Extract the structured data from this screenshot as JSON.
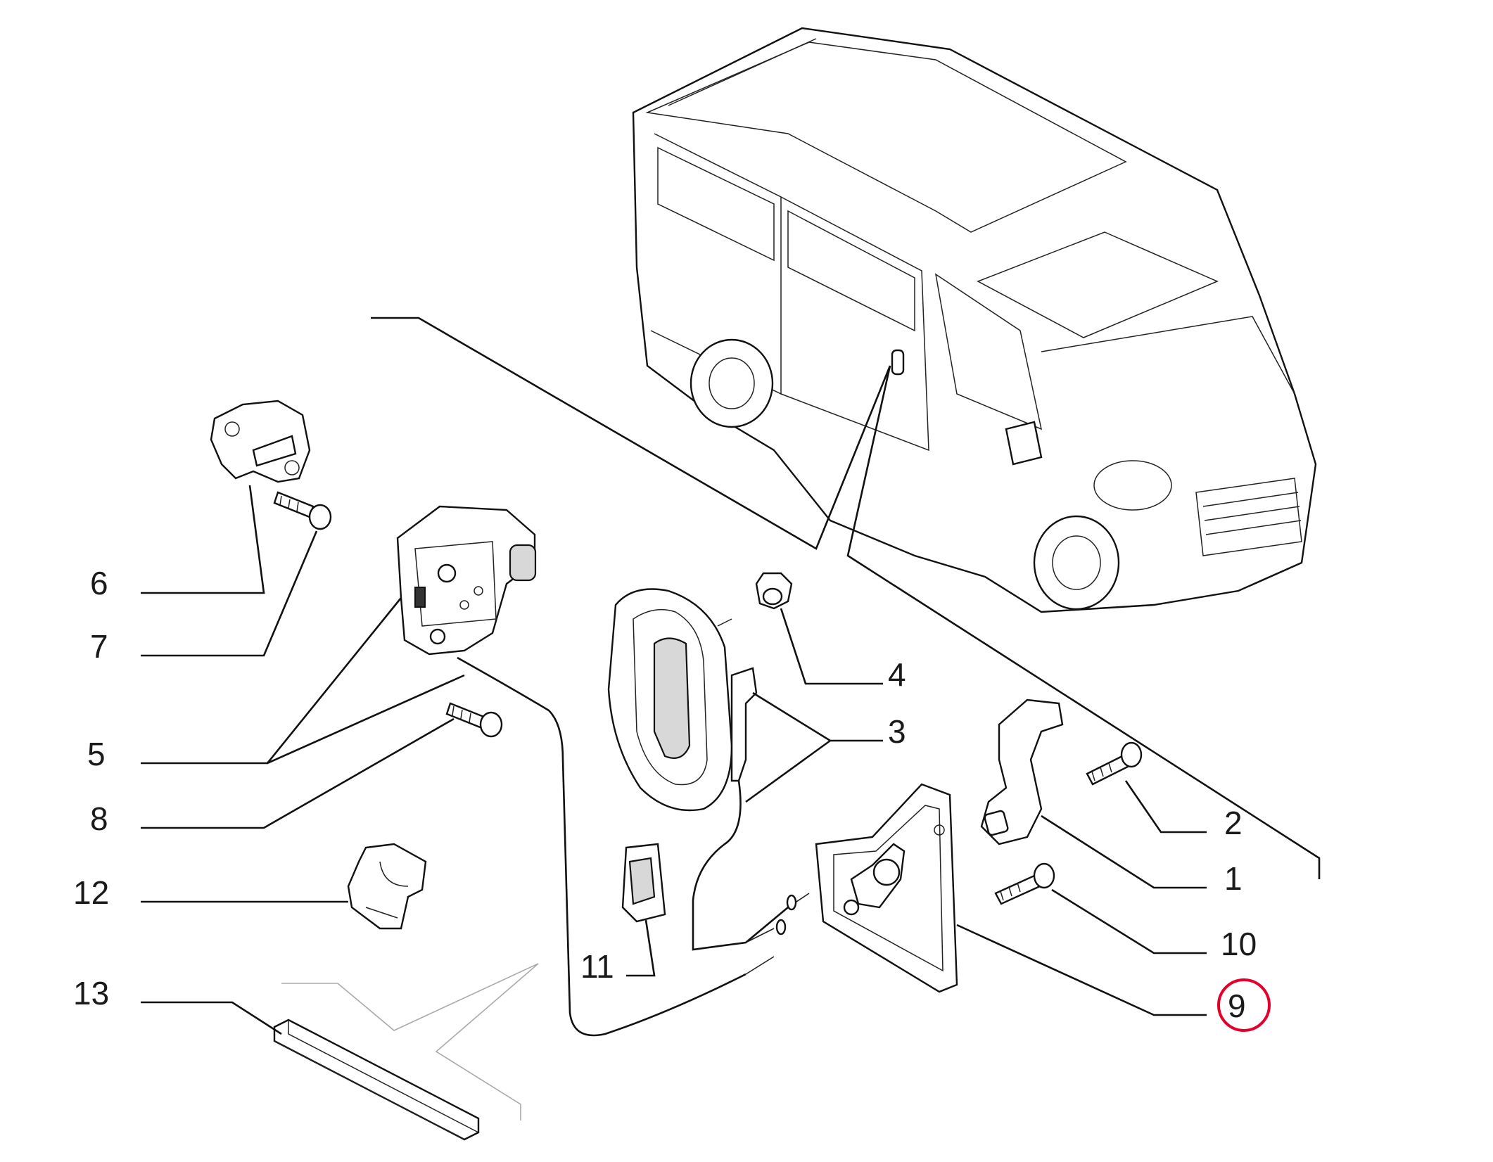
{
  "callouts": {
    "c1": "1",
    "c2": "2",
    "c3": "3",
    "c4": "4",
    "c5": "5",
    "c6": "6",
    "c7": "7",
    "c8": "8",
    "c9": "9",
    "c10": "10",
    "c11": "11",
    "c12": "12",
    "c13": "13"
  },
  "highlight": {
    "callout": "9",
    "color": "#e4002b"
  }
}
